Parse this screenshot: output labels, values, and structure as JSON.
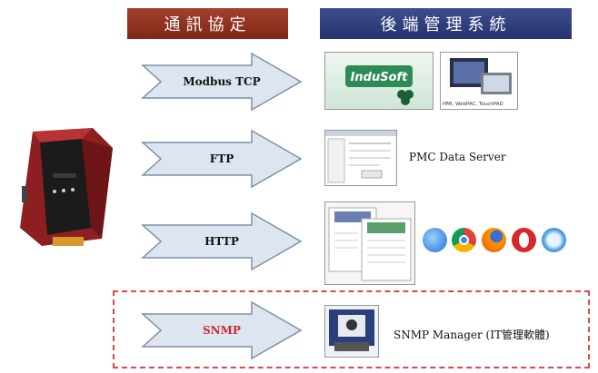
{
  "headers": {
    "protocol": "通訊協定",
    "backend": "後端管理系統"
  },
  "rows": [
    {
      "protocol": "Modbus TCP",
      "system_text": "",
      "products": [
        "InduSoft",
        "HMI, WebPAC, TouchPAD"
      ]
    },
    {
      "protocol": "FTP",
      "system_text": "PMC Data Server"
    },
    {
      "protocol": "HTTP",
      "system_text": "",
      "browsers": [
        "ie-icon",
        "chrome-icon",
        "firefox-icon",
        "opera-icon",
        "safari-icon"
      ]
    },
    {
      "protocol": "SNMP",
      "system_text": "SNMP Manager (IT管理軟體)",
      "highlighted": true
    }
  ],
  "colors": {
    "protocol_header": "#8f3220",
    "backend_header": "#2f3d7d",
    "arrow_fill": "#dde6f0",
    "highlight_dash": "#e0464a",
    "snmp_text": "#d8262b"
  }
}
